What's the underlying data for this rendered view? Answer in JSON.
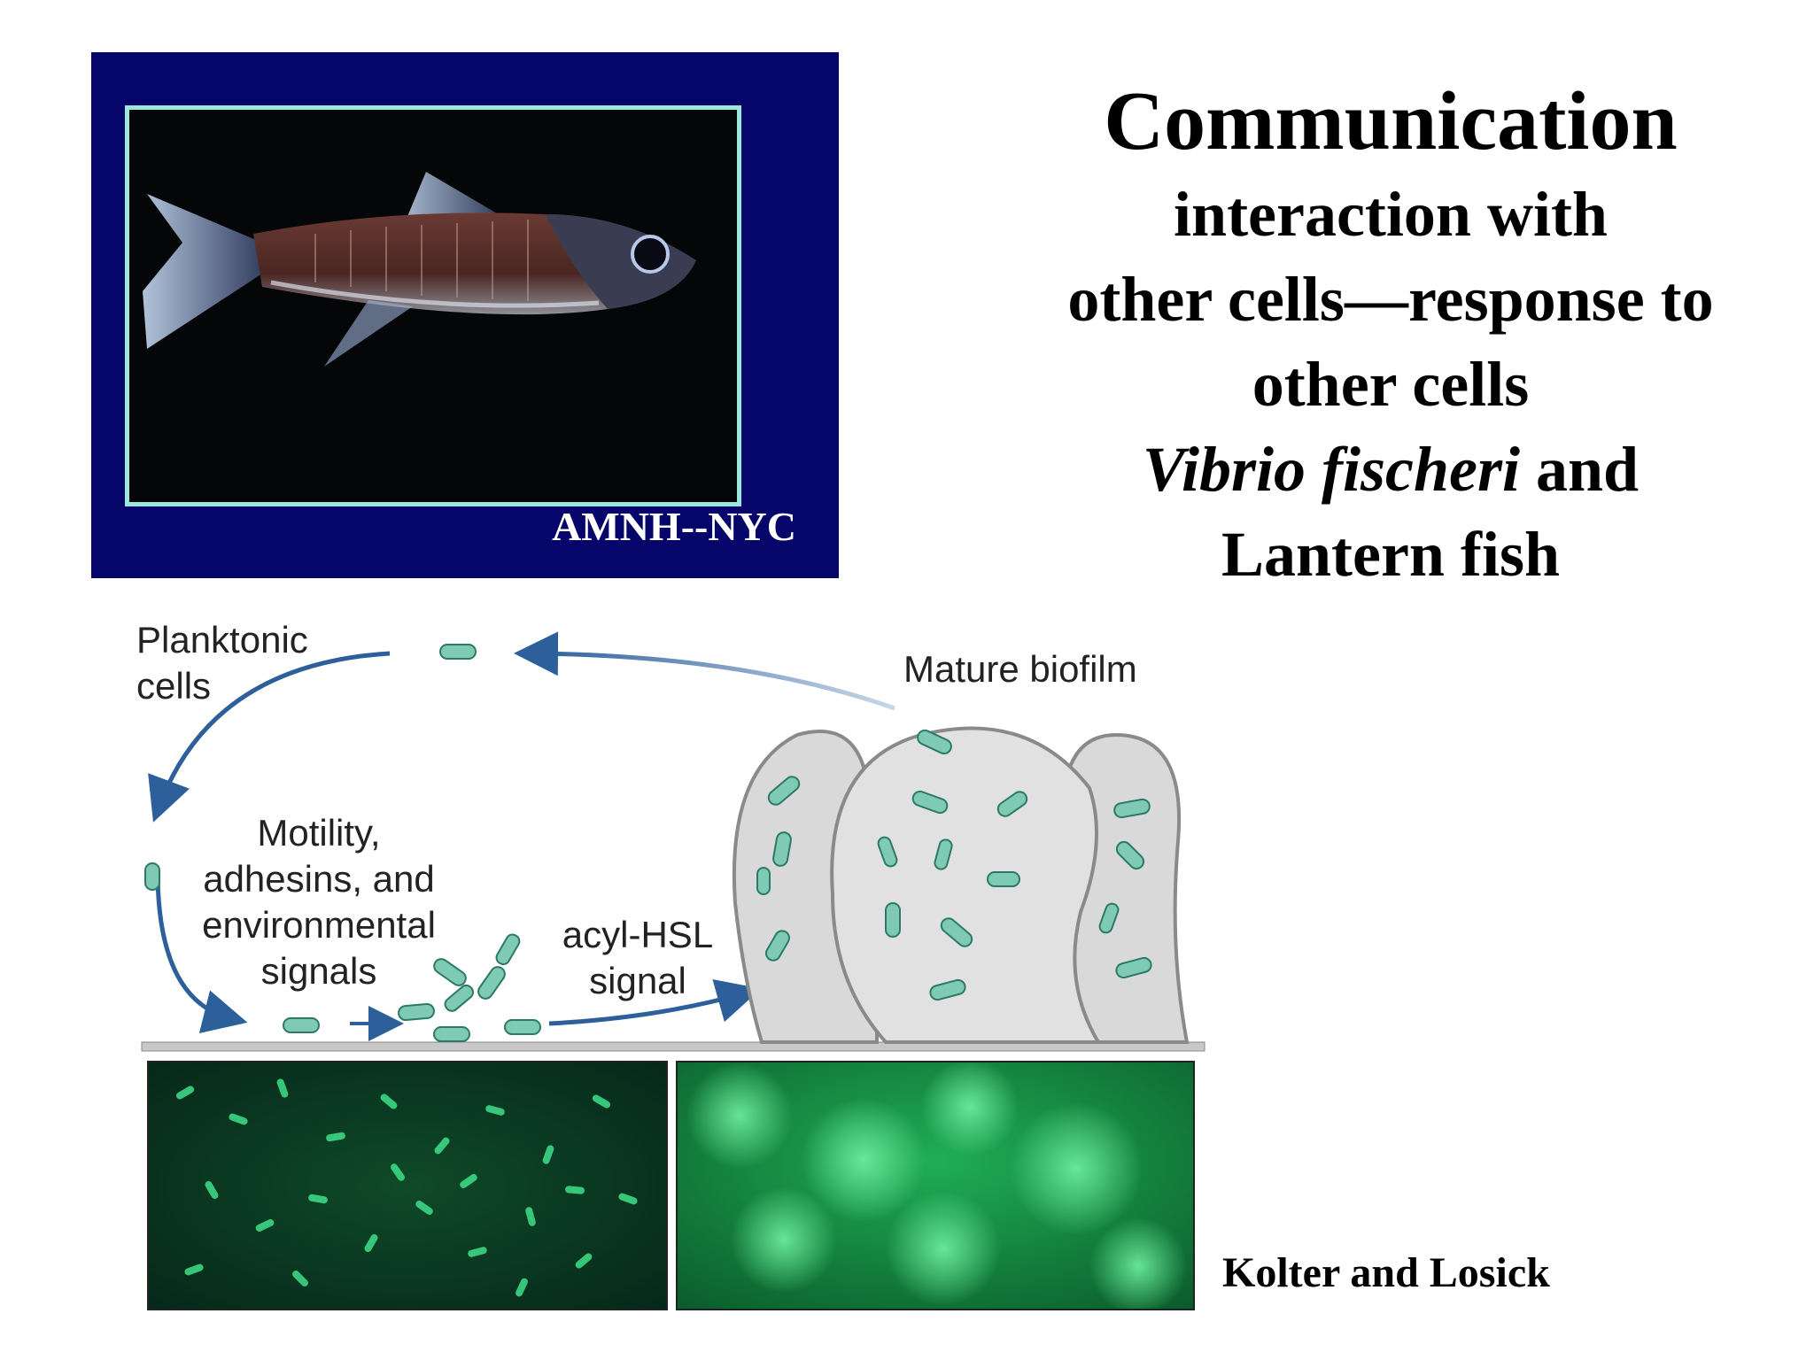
{
  "photo": {
    "credit": "AMNH--NYC"
  },
  "title": {
    "main": "Communication",
    "line1": "interaction with",
    "line2": "other cells—response to",
    "line3": "other cells",
    "line4_italic": "Vibrio fischeri",
    "line4_rest": " and",
    "line5": "Lantern fish"
  },
  "diagram": {
    "planktonic_1": "Planktonic",
    "planktonic_2": "cells",
    "mature_biofilm": "Mature biofilm",
    "motility_1": "Motility,",
    "motility_2": "adhesins, and",
    "motility_3": "environmental",
    "motility_4": "signals",
    "acyl_1": "acyl-HSL",
    "acyl_2": "signal"
  },
  "credit": "Kolter and Losick",
  "colors": {
    "frame": "#06066a",
    "frame_border": "#9be7dc",
    "cell_fill": "#7fcab4",
    "cell_stroke": "#2c7a64",
    "arrow": "#2d5f9a",
    "biofilm_fill": "#d9d9d9",
    "micro_bg": "#07301a",
    "micro_glow": "#3fe08a"
  }
}
